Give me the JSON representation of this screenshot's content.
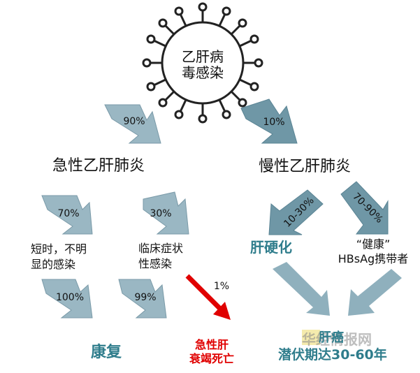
{
  "title": "乙肝病\n毒感染",
  "colors": {
    "arrow_light": "#9ab7c3",
    "arrow_dark": "#6f97a6",
    "teal_text": "#2f7d8c",
    "red": "#e00000"
  },
  "branches": {
    "acute": {
      "pct": "90%",
      "label": "急性乙肝肺炎",
      "left": {
        "pct": "70%",
        "label": "短时，不明\n显的感染",
        "outcome_pct": "100%"
      },
      "right": {
        "pct": "30%",
        "label": "临床症状\n性感染",
        "outcome_pct": "99%",
        "fatal_pct": "1%"
      },
      "recovery": "康复",
      "fatal": "急性肝\n衰竭死亡"
    },
    "chronic": {
      "pct": "10%",
      "label": "慢性乙肝肺炎",
      "left": {
        "pct": "10-30%",
        "label": "肝硬化"
      },
      "right": {
        "pct": "70-90%",
        "label": "“健康”\nHBsAg携带者"
      },
      "cancer": "肝癌",
      "latency": "潜伏期达30-60年"
    }
  },
  "watermark": "华经情报网"
}
